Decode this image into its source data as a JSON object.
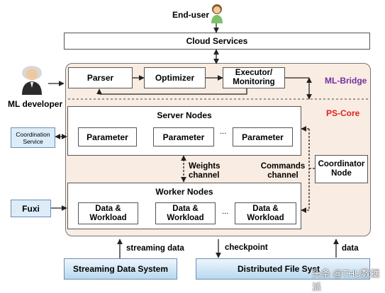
{
  "end_user": "End-user",
  "cloud_services": "Cloud Services",
  "ml_developer": "ML developer",
  "ml_bridge": {
    "title": "ML-Bridge",
    "parser": "Parser",
    "optimizer": "Optimizer",
    "executor": "Executor/ Monitoring"
  },
  "ps_core": {
    "title": "PS-Core",
    "server_nodes": {
      "title": "Server Nodes",
      "param1": "Parameter",
      "param2": "Parameter",
      "ellipsis": "...",
      "param3": "Parameter"
    },
    "weights_channel": "Weights channel",
    "commands_channel": "Commands channel",
    "coordinator_node": "Coordinator Node",
    "worker_nodes": {
      "title": "Worker Nodes",
      "w1": "Data & Workload",
      "w2": "Data & Workload",
      "ellipsis": "...",
      "w3": "Data & Workload"
    }
  },
  "coordination_service": "Coordination Service",
  "fuxi": "Fuxi",
  "streaming_data_label": "streaming data",
  "checkpoint_label": "checkpoint",
  "data_label": "data",
  "streaming_data_system": "Streaming Data System",
  "distributed_file_system": "Distributed File Syst",
  "watermark": "头条 @THU数据派",
  "colors": {
    "ml_bridge": "#7030a0",
    "ps_core": "#e02020",
    "core_bg": "#f9ece2"
  }
}
